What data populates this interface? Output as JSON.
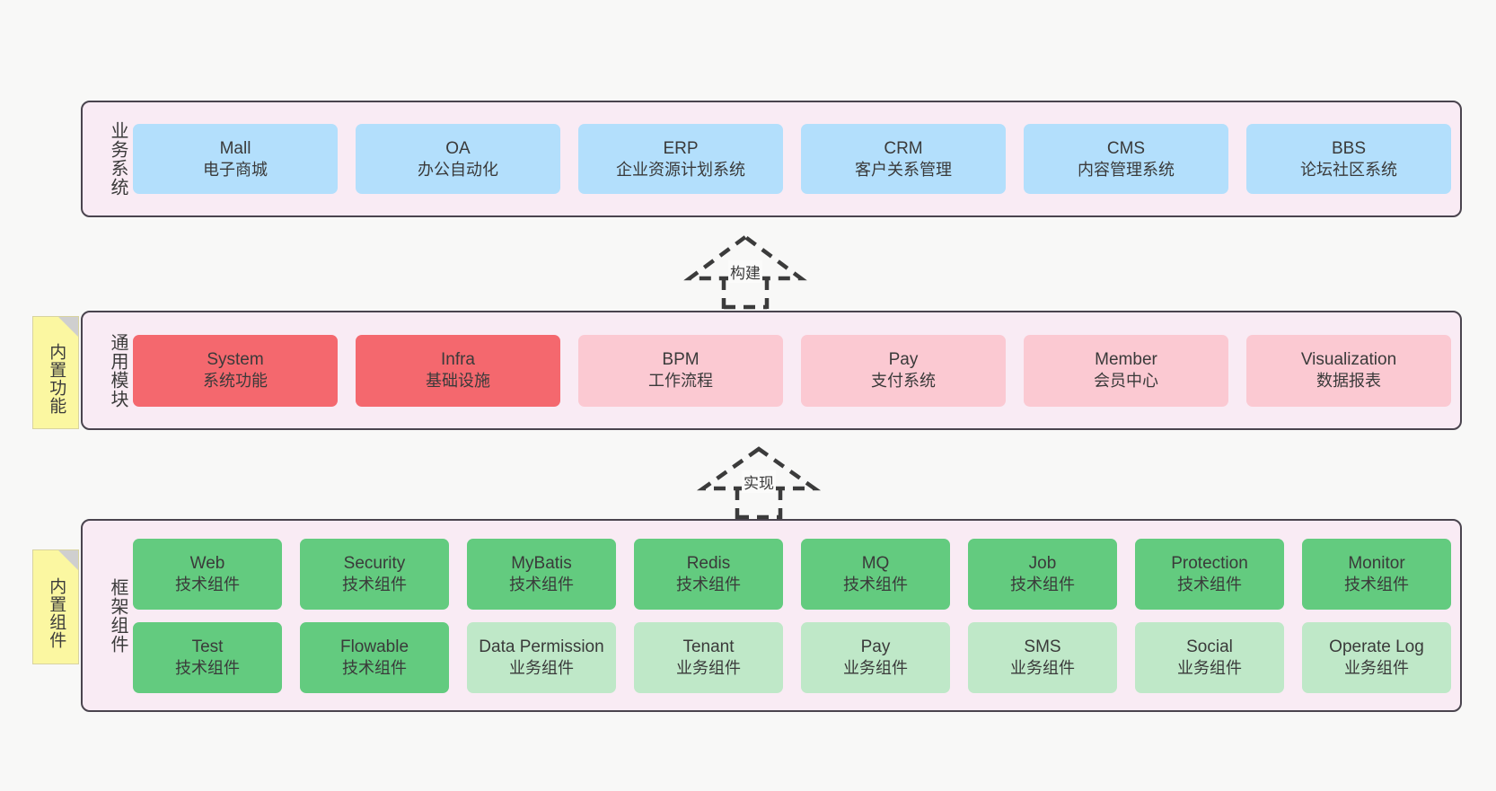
{
  "canvas": {
    "background": "#f8f8f7"
  },
  "palette": {
    "layer_fill": "#f9ebf4",
    "layer_border": "#4a444e",
    "business": "#b3dffc",
    "module_core": "#f4686e",
    "module_optional": "#fbc9d2",
    "component_tech": "#63cb7f",
    "component_biz": "#bfe8c8",
    "note": "#fbf7a1"
  },
  "layers": [
    {
      "id": "business-system",
      "title": "业务系统",
      "rows": [
        [
          {
            "en": "Mall",
            "cn": "电子商城",
            "style": "blue"
          },
          {
            "en": "OA",
            "cn": "办公自动化",
            "style": "blue"
          },
          {
            "en": "ERP",
            "cn": "企业资源计划系统",
            "style": "blue"
          },
          {
            "en": "CRM",
            "cn": "客户关系管理",
            "style": "blue"
          },
          {
            "en": "CMS",
            "cn": "内容管理系统",
            "style": "blue"
          },
          {
            "en": "BBS",
            "cn": "论坛社区系统",
            "style": "blue"
          }
        ]
      ]
    },
    {
      "id": "common-module",
      "title": "通用模块",
      "note": "内置功能",
      "rows": [
        [
          {
            "en": "System",
            "cn": "系统功能",
            "style": "red"
          },
          {
            "en": "Infra",
            "cn": "基础设施",
            "style": "red"
          },
          {
            "en": "BPM",
            "cn": "工作流程",
            "style": "pink"
          },
          {
            "en": "Pay",
            "cn": "支付系统",
            "style": "pink"
          },
          {
            "en": "Member",
            "cn": "会员中心",
            "style": "pink"
          },
          {
            "en": "Visualization",
            "cn": "数据报表",
            "style": "pink"
          }
        ]
      ]
    },
    {
      "id": "framework-component",
      "title": "框架组件",
      "note": "内置组件",
      "rows": [
        [
          {
            "en": "Web",
            "cn": "技术组件",
            "style": "green"
          },
          {
            "en": "Security",
            "cn": "技术组件",
            "style": "green"
          },
          {
            "en": "MyBatis",
            "cn": "技术组件",
            "style": "green"
          },
          {
            "en": "Redis",
            "cn": "技术组件",
            "style": "green"
          },
          {
            "en": "MQ",
            "cn": "技术组件",
            "style": "green"
          },
          {
            "en": "Job",
            "cn": "技术组件",
            "style": "green"
          },
          {
            "en": "Protection",
            "cn": "技术组件",
            "style": "green"
          },
          {
            "en": "Monitor",
            "cn": "技术组件",
            "style": "green"
          }
        ],
        [
          {
            "en": "Test",
            "cn": "技术组件",
            "style": "green"
          },
          {
            "en": "Flowable",
            "cn": "技术组件",
            "style": "green"
          },
          {
            "en": "Data Permission",
            "cn": "业务组件",
            "style": "lightgreen"
          },
          {
            "en": "Tenant",
            "cn": "业务组件",
            "style": "lightgreen"
          },
          {
            "en": "Pay",
            "cn": "业务组件",
            "style": "lightgreen"
          },
          {
            "en": "SMS",
            "cn": "业务组件",
            "style": "lightgreen"
          },
          {
            "en": "Social",
            "cn": "业务组件",
            "style": "lightgreen"
          },
          {
            "en": "Operate Log",
            "cn": "业务组件",
            "style": "lightgreen"
          }
        ]
      ]
    }
  ],
  "connectors": [
    {
      "id": "build",
      "label": "构建",
      "from": "common-module",
      "to": "business-system"
    },
    {
      "id": "implement",
      "label": "实现",
      "from": "framework-component",
      "to": "common-module"
    }
  ]
}
